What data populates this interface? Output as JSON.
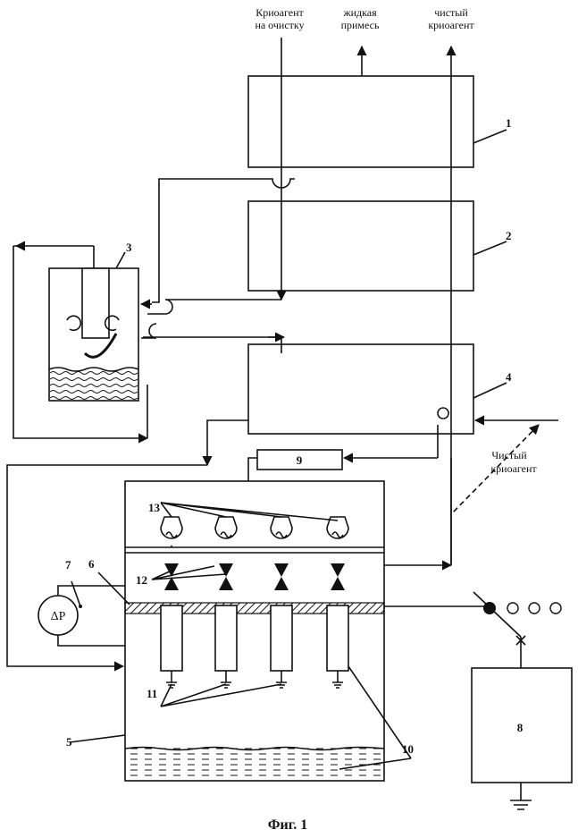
{
  "labels": {
    "inlet_line1": "Криоагент",
    "inlet_line2": "на  очистку",
    "liquid_line1": "жидкая",
    "liquid_line2": "примесь",
    "pure_top_line1": "чистый",
    "pure_top_line2": "криоагент",
    "pure_side_line1": "Чистый",
    "pure_side_line2": "криоагент",
    "delta_p": "ΔP"
  },
  "numbers": {
    "n1": "1",
    "n2": "2",
    "n3": "3",
    "n4": "4",
    "n5": "5",
    "n6": "6",
    "n7": "7",
    "n8": "8",
    "n9": "9",
    "n10": "10",
    "n11": "11",
    "n12": "12",
    "n13": "13"
  },
  "caption": "Фиг. 1"
}
